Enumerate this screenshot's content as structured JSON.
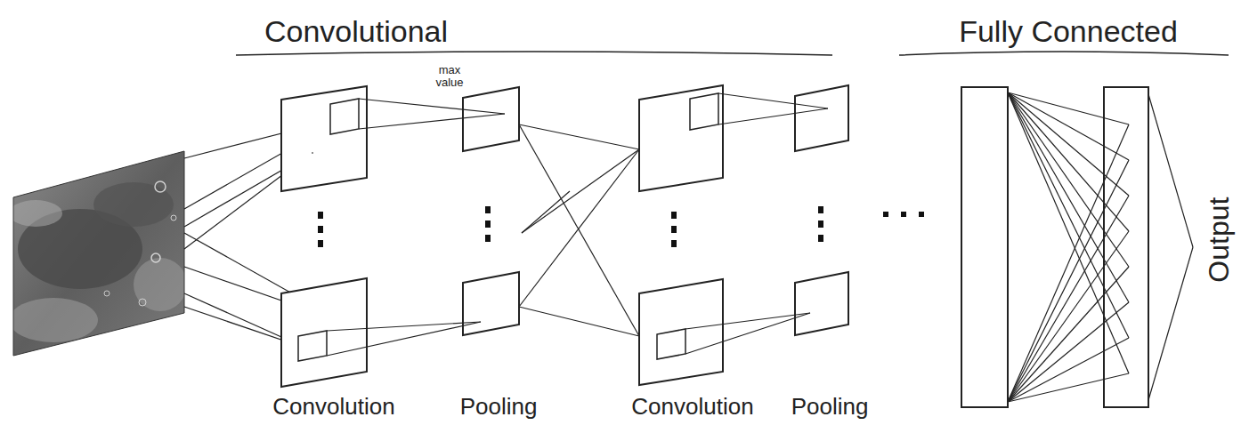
{
  "diagram": {
    "labels": [
      "Convolutional",
      "Fully Connected",
      "max value",
      "Convolution",
      "Pooling",
      "Convolution",
      "Pooling",
      "Output"
    ]
  }
}
